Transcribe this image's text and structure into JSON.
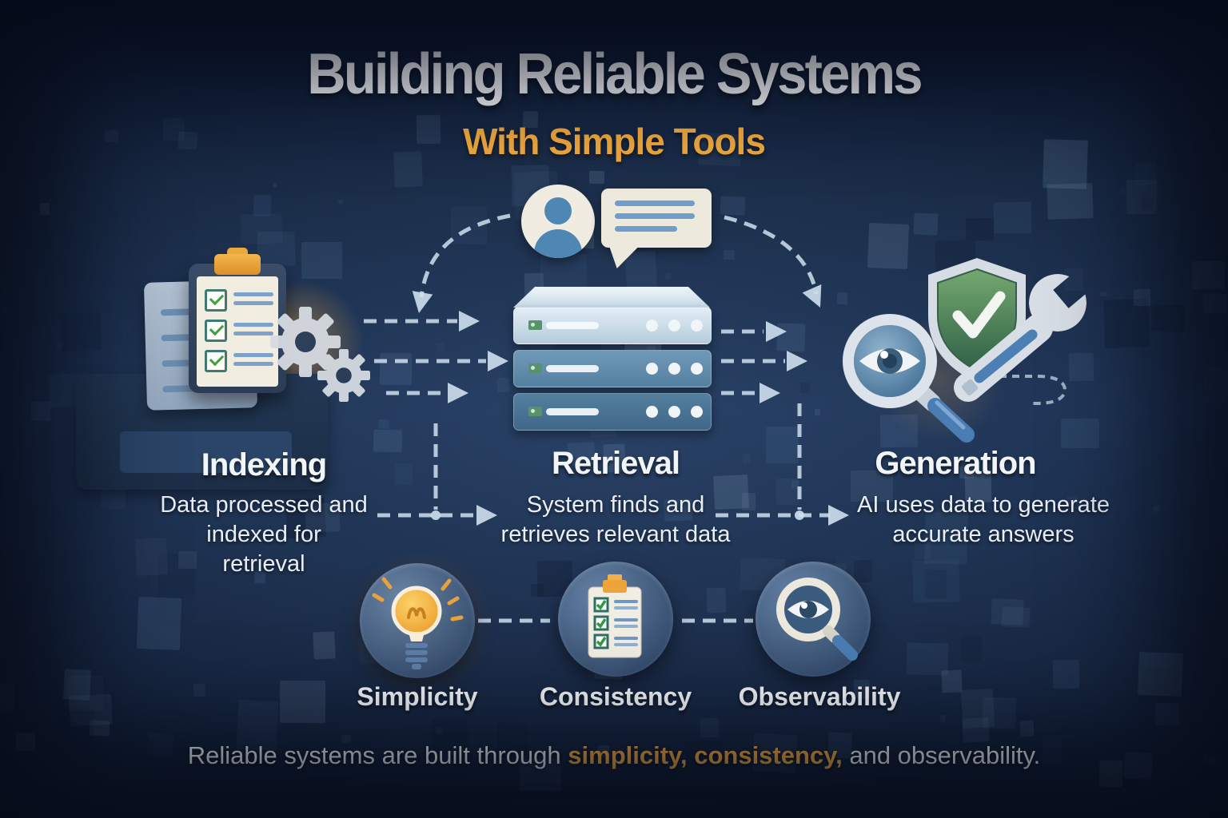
{
  "title": "Building Reliable Systems",
  "subtitle": "With Simple Tools",
  "stages": [
    {
      "label": "Indexing",
      "lines": [
        "Data processed and",
        "indexed for",
        "retrieval"
      ]
    },
    {
      "label": "Retrieval",
      "lines": [
        "System finds and",
        "retrieves relevant data"
      ]
    },
    {
      "label": "Generation",
      "lines": [
        "AI uses data to generate",
        "accurate answers"
      ]
    }
  ],
  "principles": [
    {
      "label": "Simplicity",
      "icon": "lightbulb-icon"
    },
    {
      "label": "Consistency",
      "icon": "checklist-icon"
    },
    {
      "label": "Observability",
      "icon": "eye-magnifier-icon"
    }
  ],
  "flow_icons": {
    "top": "user-chat-icon",
    "left": "clipboard-checklist-gears-icon",
    "center": "server-stack-icon",
    "right": "eye-magnifier-shield-wrench-icon"
  },
  "footer": {
    "part1": "Reliable systems are built through ",
    "em1": "simplicity,",
    "sep": " ",
    "em2": "consistency,",
    "part2": " and observability."
  },
  "colors": {
    "background": "#16263f",
    "accent_orange": "#efa83d",
    "text_white": "#f2f5f8",
    "arrow": "#cfe0ee",
    "shield_green": "#4f8a5c",
    "server_blue": "#5d89ab"
  }
}
